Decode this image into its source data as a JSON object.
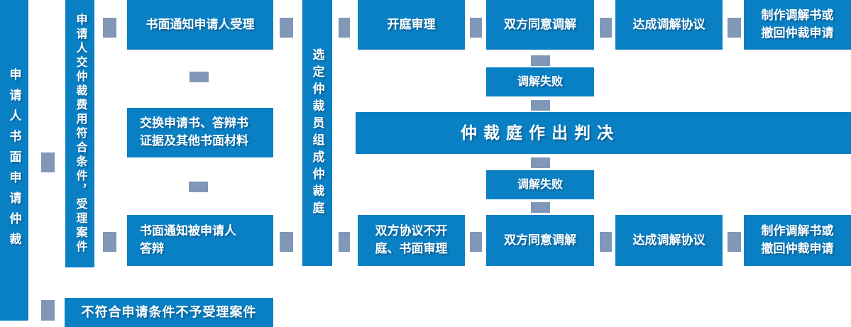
{
  "colors": {
    "box_blue": "#0a80c4",
    "connector_gray_blue": "#8097b8",
    "text_white": "#ffffff",
    "background": "#ffffff"
  },
  "diagram": {
    "bars": {
      "apply": "申请人书面申请仲裁",
      "fee": "申请人交仲裁费用符合条件，受理案件",
      "tribunal": "选定仲裁员组成仲裁庭"
    },
    "nodes": {
      "notify_applicant": "书面通知申请人受理",
      "exchange_docs_line1": "交换申请书、答辩书",
      "exchange_docs_line2": "证据及其他书面材料",
      "notify_respondent_line1": "书面通知被申请人",
      "notify_respondent_line2": "答辩",
      "court_hearing": "开庭审理",
      "agree_mediation_top": "双方同意调解",
      "reach_agreement_top": "达成调解协议",
      "make_doc_top_line1": "制作调解书或",
      "make_doc_top_line2": "撤回仲裁申请",
      "mediation_failed_top": "调解失败",
      "tribunal_ruling": "仲裁庭作出判决",
      "mediation_failed_bottom": "调解失败",
      "no_hearing_line1": "双方协议不开",
      "no_hearing_line2": "庭、书面审理",
      "agree_mediation_bottom": "双方同意调解",
      "reach_agreement_bottom": "达成调解协议",
      "make_doc_bottom_line1": "制作调解书或",
      "make_doc_bottom_line2": "撤回仲裁申请",
      "reject": "不符合申请条件不予受理案件"
    }
  }
}
